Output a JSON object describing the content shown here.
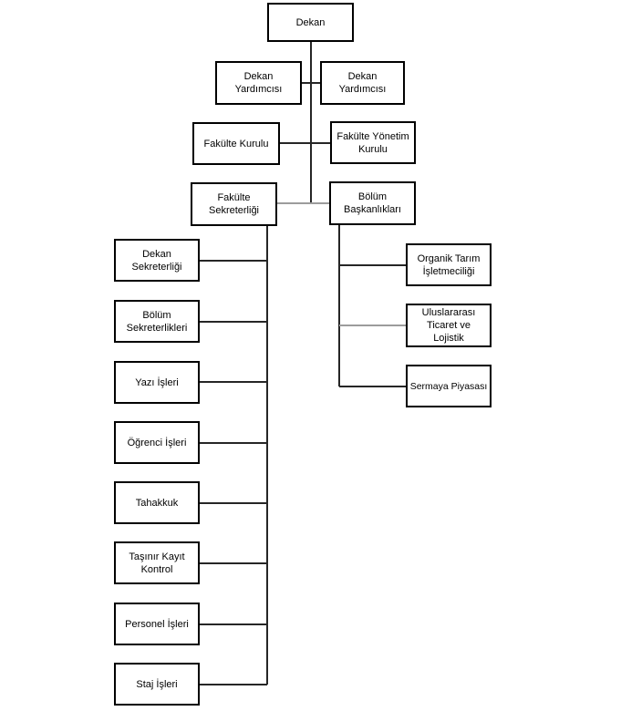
{
  "diagram_type": "org-chart",
  "colors": {
    "background": "#ffffff",
    "box_border": "#000000",
    "box_fill": "#ffffff",
    "text": "#000000",
    "connector_dark": "#262626",
    "connector_gray": "#9c9c9c"
  },
  "nodes": {
    "dekan": {
      "label": "Dekan"
    },
    "dekan_yardimcisi_1": {
      "label": "Dekan\nYardımcısı"
    },
    "dekan_yardimcisi_2": {
      "label": "Dekan\nYardımcısı"
    },
    "fakulte_kurulu": {
      "label": "Fakülte Kurulu"
    },
    "fakulte_yonetim_kurulu": {
      "label": "Fakülte Yönetim\nKurulu"
    },
    "fakulte_sekreterligi": {
      "label": "Fakülte\nSekreterliği"
    },
    "bolum_baskanliklari": {
      "label": "Bölüm\nBaşkanlıkları"
    },
    "dekan_sekreterligi": {
      "label": "Dekan\nSekreterliği"
    },
    "bolum_sekreterlikleri": {
      "label": "Bölüm\nSekreterlikleri"
    },
    "yazi_isleri": {
      "label": "Yazı İşleri"
    },
    "ogrenci_isleri": {
      "label": "Öğrenci İşleri"
    },
    "tahakkuk": {
      "label": "Tahakkuk"
    },
    "tasinir_kayit_kontrol": {
      "label": "Taşınır Kayıt\nKontrol"
    },
    "personel_isleri": {
      "label": "Personel İşleri"
    },
    "staj_isleri": {
      "label": "Staj İşleri"
    },
    "organik_tarim_isletmeciligi": {
      "label": "Organik Tarım\nİşletmeciliği"
    },
    "uluslararasi_ticaret_ve_lojistik": {
      "label": "Uluslararası\nTicaret ve\nLojistik"
    },
    "sermaya_piyasasi": {
      "label": "Sermaya Piyasası"
    }
  },
  "hierarchy": {
    "root": "Dekan",
    "children_of_dekan": [
      "Dekan Yardımcısı",
      "Dekan Yardımcısı",
      "Fakülte Kurulu",
      "Fakülte Yönetim Kurulu",
      "Fakülte Sekreterliği",
      "Bölüm Başkanlıkları"
    ],
    "children_of_fakulte_sekreterligi": [
      "Dekan Sekreterliği",
      "Bölüm Sekreterlikleri",
      "Yazı İşleri",
      "Öğrenci İşleri",
      "Tahakkuk",
      "Taşınır Kayıt Kontrol",
      "Personel İşleri",
      "Staj İşleri"
    ],
    "children_of_bolum_baskanliklari": [
      "Organik Tarım İşletmeciliği",
      "Uluslararası Ticaret ve Lojistik",
      "Sermaya Piyasası"
    ]
  }
}
